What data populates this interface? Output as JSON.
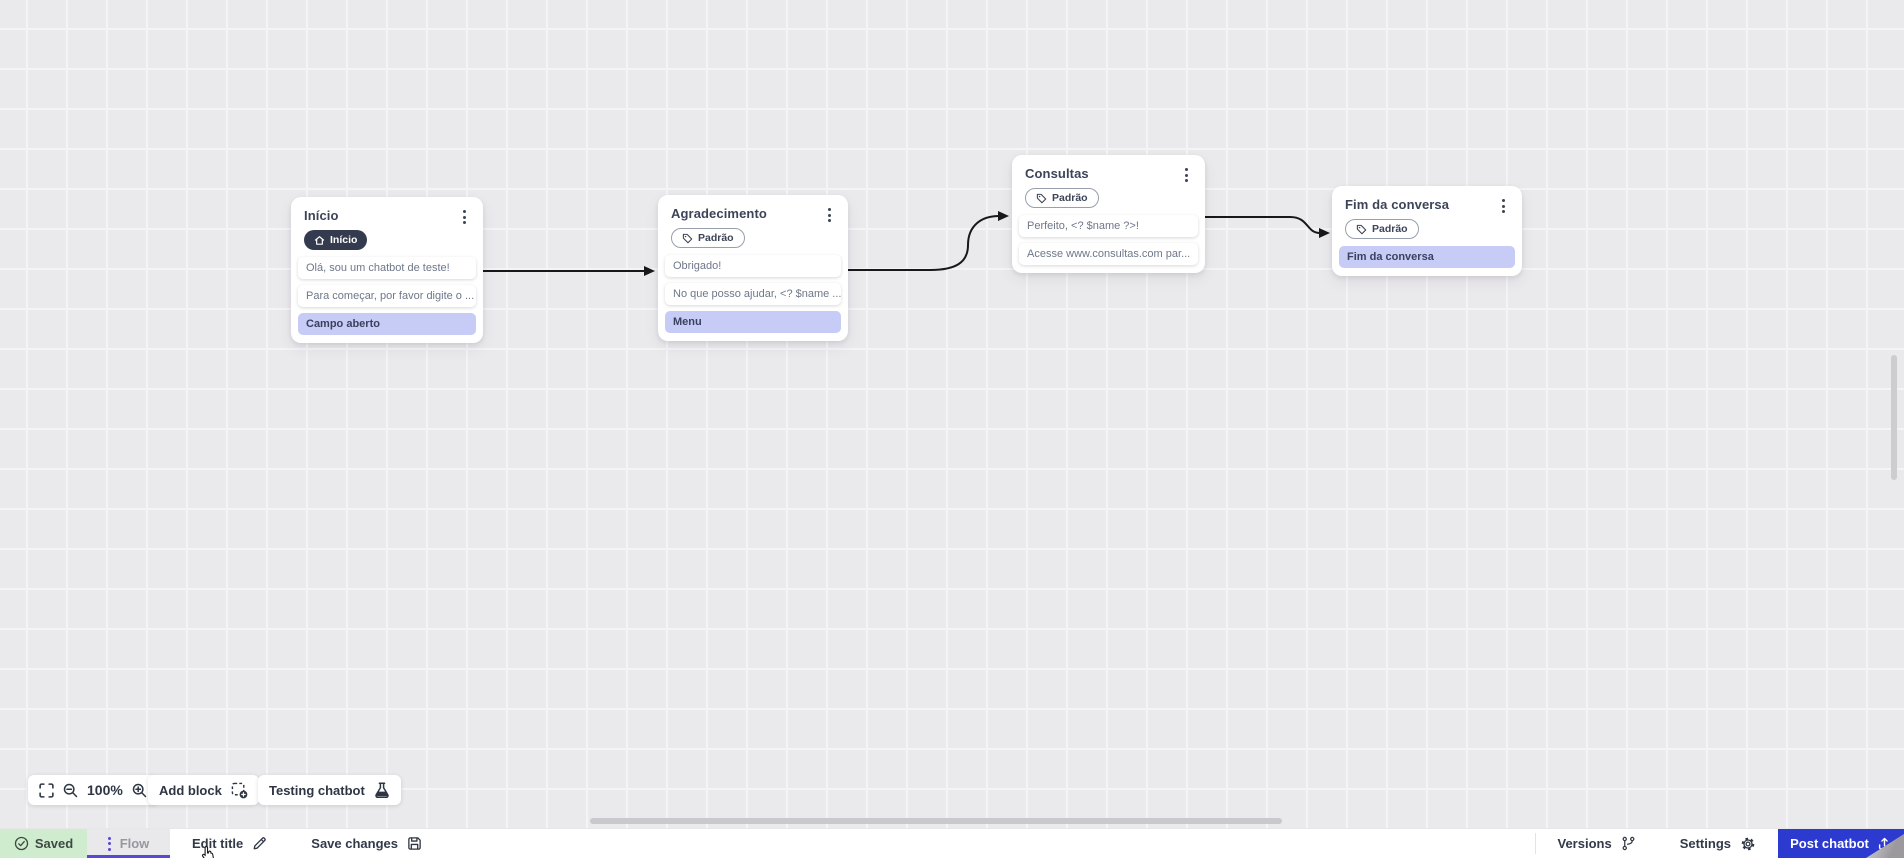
{
  "canvas": {
    "nodes": [
      {
        "title": "Início",
        "badge": "Início",
        "messages": [
          "Olá, sou um chatbot de teste!",
          "Para começar, por favor digite o ..."
        ],
        "action": "Campo aberto"
      },
      {
        "title": "Agradecimento",
        "badge": "Padrão",
        "messages": [
          "Obrigado!",
          "No que posso ajudar, <? $name ..."
        ],
        "action": "Menu"
      },
      {
        "title": "Consultas",
        "badge": "Padrão",
        "messages": [
          "Perfeito, <? $name ?>!",
          "Acesse www.consultas.com par..."
        ]
      },
      {
        "title": "Fim da conversa",
        "badge": "Padrão",
        "action": "Fim da conversa"
      }
    ]
  },
  "toolbar": {
    "zoom_level": "100%",
    "add_block_label": "Add block",
    "testing_chatbot_label": "Testing chatbot"
  },
  "footer": {
    "saved_label": "Saved",
    "flow_tab_label": "Flow",
    "edit_title_label": "Edit title",
    "save_changes_label": "Save changes",
    "versions_label": "Versions",
    "settings_label": "Settings",
    "post_chatbot_label": "Post chatbot"
  },
  "colors": {
    "accent_purple": "#5748d9",
    "post_button_blue": "#2c3ad0",
    "saved_green_bg": "#cfeccf",
    "action_block_bg": "#c6ccf6",
    "start_badge_bg": "#343b4e",
    "connector": "#17181c"
  }
}
